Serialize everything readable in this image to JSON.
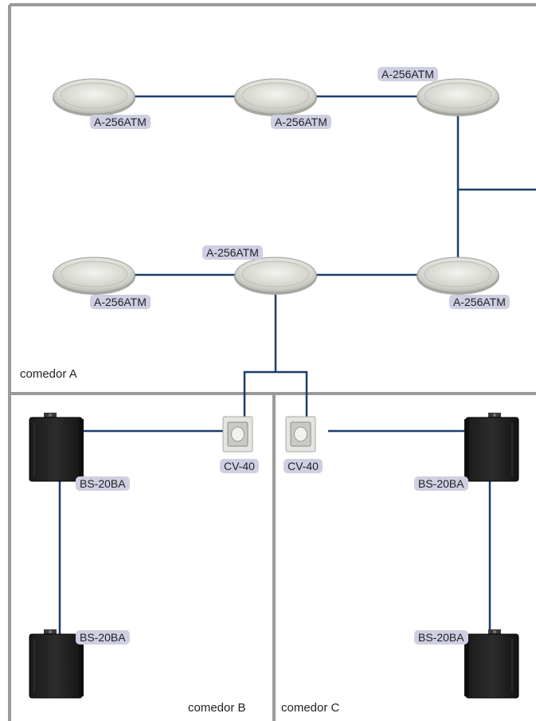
{
  "colors": {
    "wall": "#9a9a9a",
    "cable": "#1b3d6d",
    "label_bg": "#cfcfe2",
    "label_text": "#222222"
  },
  "rooms": {
    "a": "comedor A",
    "b": "comedor B",
    "c": "comedor C"
  },
  "ceiling_speakers": {
    "model": "A-256ATM",
    "count": 6
  },
  "volume_controls": {
    "model": "CV-40",
    "count": 2
  },
  "wall_speakers": {
    "model": "BS-20BA",
    "count": 4
  },
  "icons": {
    "ceiling_speaker": "round-ceiling-speaker-icon",
    "wall_speaker": "black-box-speaker-icon",
    "volume_control": "wall-volume-knob-icon"
  }
}
